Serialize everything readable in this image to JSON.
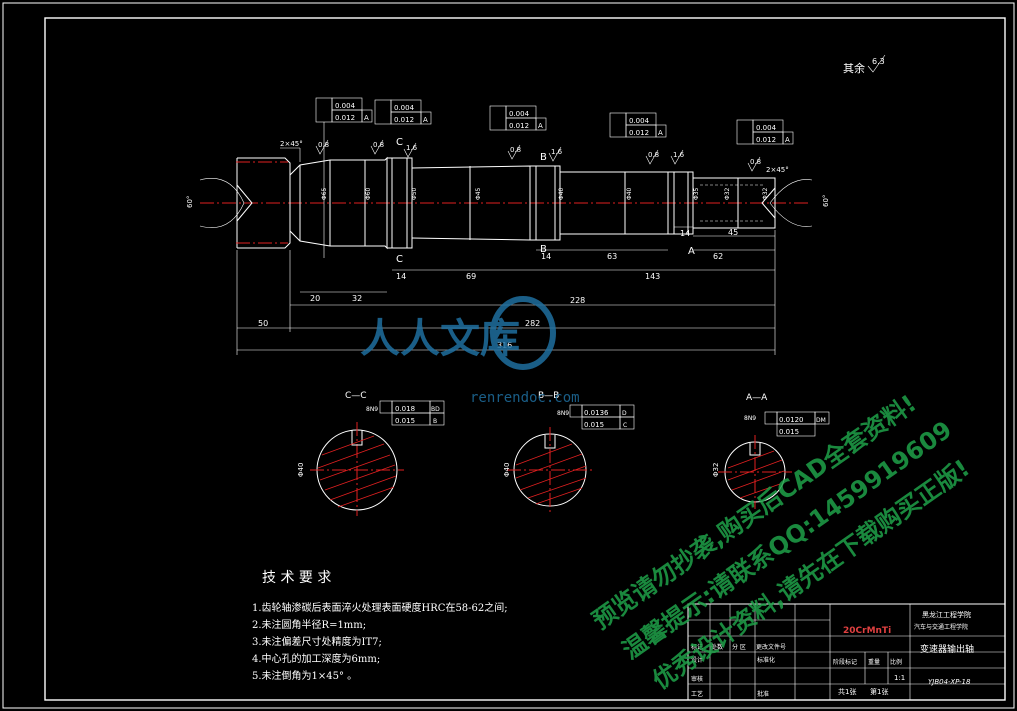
{
  "roughness_other": "其余",
  "roughness_other_value": "6.3",
  "roughness_values": [
    "0.8",
    "0.8",
    "1.6",
    "0.8",
    "1.6",
    "0.8",
    "1.6",
    "0.8"
  ],
  "chamfer_left": "2×45°",
  "chamfer_right": "2×45°",
  "center_angle": "60°",
  "gdt": {
    "runout": "0.004",
    "tolerance": "0.012",
    "datum": "A"
  },
  "section_labels": {
    "c": "C",
    "b": "B",
    "a": "A"
  },
  "dims": {
    "d20": "20",
    "d32": "32",
    "d14a": "14",
    "d69": "69",
    "d14b": "14",
    "d63": "63",
    "d143": "143",
    "d14c": "14",
    "d45": "45",
    "d62": "62",
    "d50": "50",
    "d228": "228",
    "d282": "282",
    "d316": "316"
  },
  "sections": {
    "cc": {
      "title": "C—C",
      "sym_pos": "0.018",
      "sym_flat": "0.015",
      "ref_pos": "BD",
      "ref_flat": "B",
      "dia": "Φ40",
      "key": "8N9"
    },
    "bb": {
      "title": "B—B",
      "sym_pos": "0.0136",
      "sym_flat": "0.015",
      "ref_pos": "D",
      "ref_flat": "C",
      "dia": "Φ40",
      "key": "8N9"
    },
    "aa": {
      "title": "A—A",
      "sym_pos": "0.0120",
      "sym_flat": "0.015",
      "ref_pos": "DM",
      "ref_flat": "",
      "dia": "Φ32",
      "key": "8N9"
    }
  },
  "tech": {
    "title": "技 术 要 求",
    "items": [
      "1.齿轮轴渗碳后表面淬火处理表面硬度HRC在58-62之间;",
      "2.未注圆角半径R=1mm;",
      "3.未注偏差尺寸处精度为IT7;",
      "4.中心孔的加工深度为6mm;",
      "5.未注倒角为1×45° 。"
    ]
  },
  "titleblock": {
    "material": "20CrMnTi",
    "school1": "黑龙江工程学院",
    "school2": "汽车与交通工程学院",
    "part_name": "变速器输出轴",
    "drawing_no": "YJB04-XP-18",
    "scale": "1:1",
    "sheet_total": "共1张",
    "sheet_no": "第1张",
    "labels": [
      "标记",
      "处数",
      "分 区",
      "更改文件号",
      "设计",
      "标准化",
      "阶段标记",
      "重量",
      "比例",
      "审核",
      "工艺",
      "批准"
    ]
  },
  "watermark": {
    "brand": "人人文库",
    "site": "renrendoc.com",
    "lines": [
      "预览请勿抄袭,购买后CAD全套资料!",
      "温馨提示:请联系QQ:1459919609",
      "优秀设计资料,请先在下载购买正版!"
    ]
  }
}
